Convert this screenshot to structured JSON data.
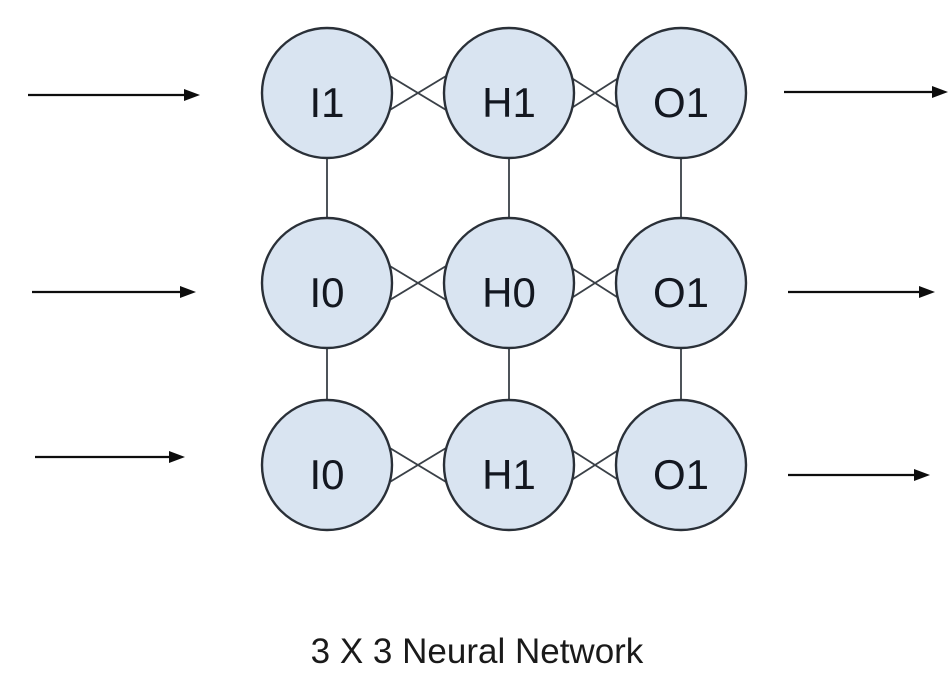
{
  "diagram": {
    "caption": "3 X 3 Neural Network",
    "type": "neural-network-diagram",
    "layers": {
      "input": [
        "I1",
        "I0",
        "I0"
      ],
      "hidden": [
        "H1",
        "H0",
        "H1"
      ],
      "output": [
        "O1",
        "O1",
        "O1"
      ]
    },
    "input_arrows": [
      "arrow-right",
      "arrow-right",
      "arrow-right"
    ],
    "output_arrows": [
      "arrow-right",
      "arrow-right",
      "arrow-right"
    ],
    "colors": {
      "background": "#ffffff",
      "node_fill": "#d9e4f1",
      "node_stroke": "#2a3038",
      "connector": "#3a4047",
      "arrow": "#0d0d0d",
      "label_text": "#131720",
      "caption_text": "#1a1a1a"
    }
  }
}
